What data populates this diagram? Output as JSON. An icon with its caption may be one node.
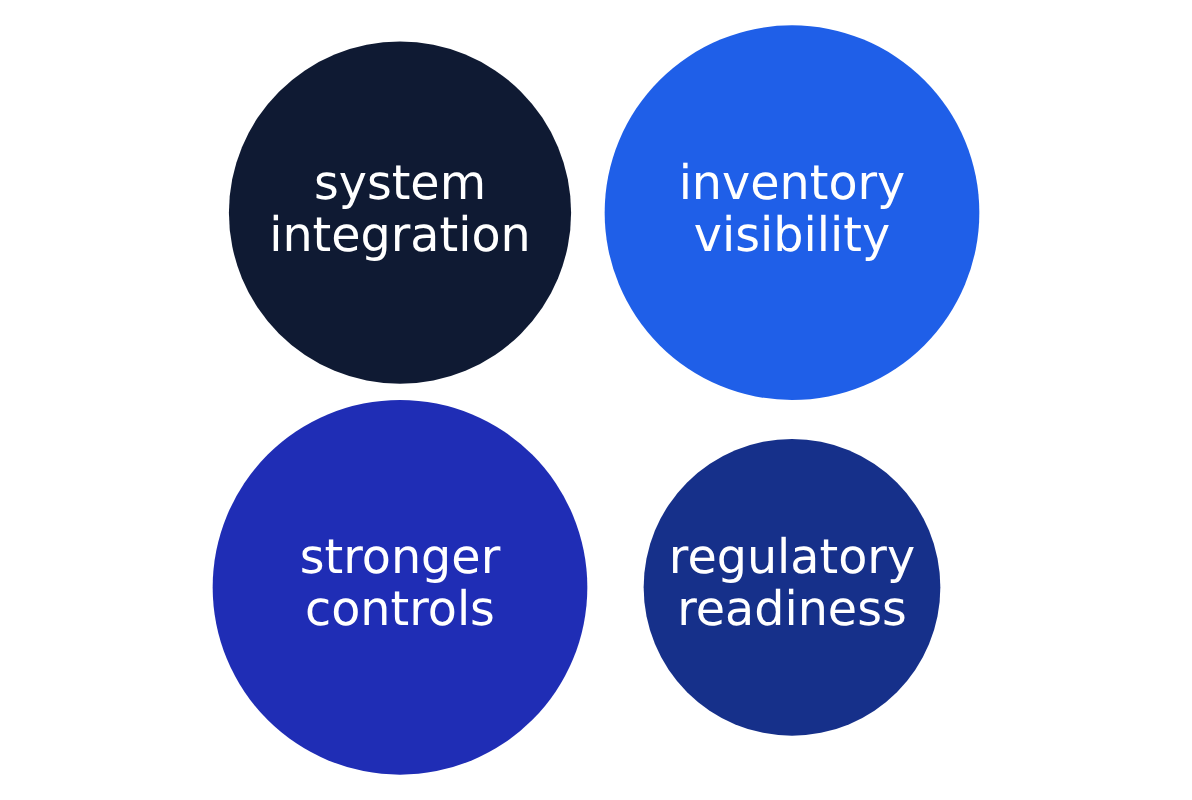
{
  "diagram": {
    "nodes": [
      {
        "text": [
          "stronger controls"
        ]
      },
      {
        "text": [
          "regulatory readiness"
        ]
      },
      {
        "text": [
          "inventory visibility"
        ]
      },
      {
        "text": [
          "system integration"
        ]
      }
    ]
  }
}
